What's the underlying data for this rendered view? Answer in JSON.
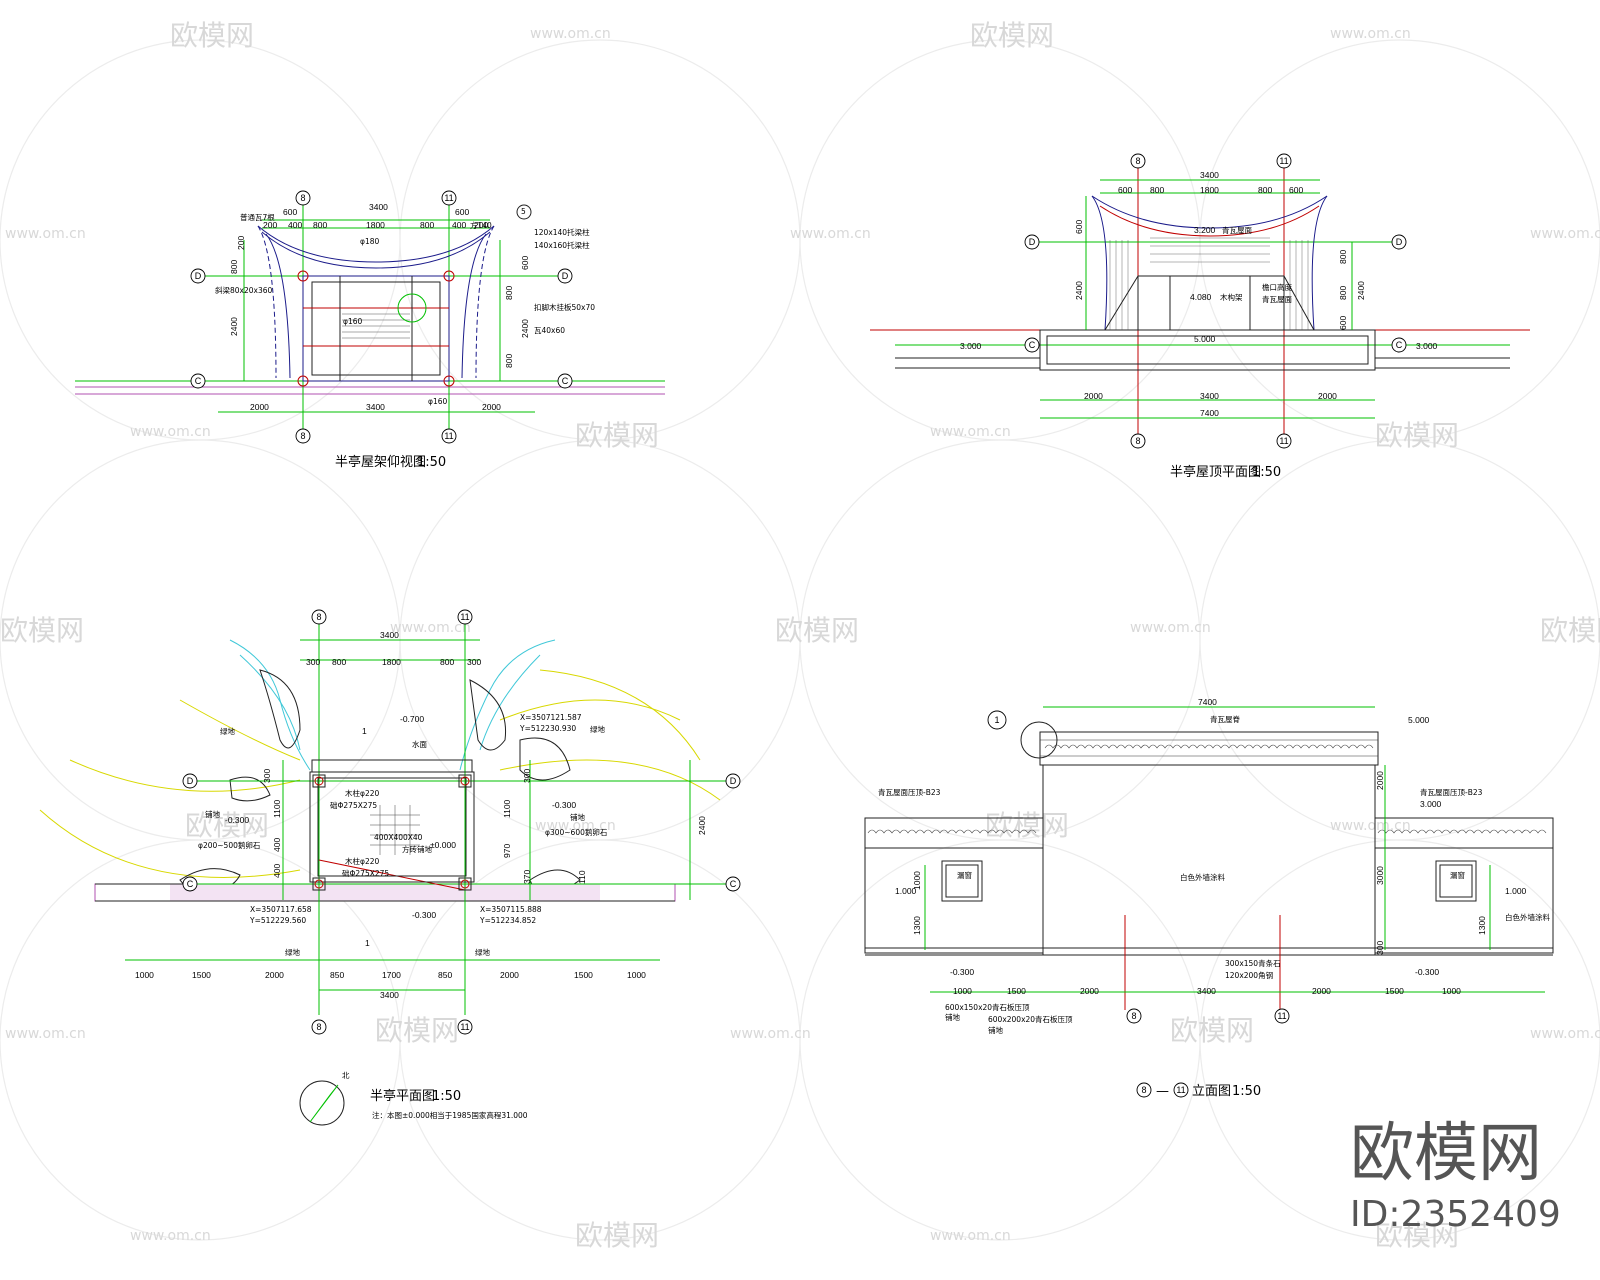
{
  "watermark": {
    "brand": "欧模网",
    "url": "www.om.cn",
    "brand_large": "欧模网",
    "id_label": "ID:2352409"
  },
  "views": {
    "top_left": {
      "title": "半亭屋架仰视图",
      "scale": "1:50",
      "axis_left": "8",
      "axis_right": "11",
      "axis_top": "D",
      "axis_bottom": "C",
      "dims_top": [
        "600",
        "800",
        "1800",
        "800",
        "600"
      ],
      "dim_total": "3400",
      "dims_small": [
        "200",
        "400",
        "400",
        "200"
      ],
      "dims_bottom": [
        "2000",
        "3400",
        "2000"
      ],
      "dims_side": [
        "200",
        "800",
        "2400",
        "600",
        "800",
        "2400",
        "800"
      ],
      "notes": [
        "普通瓦7根",
        "方140",
        "120x140托梁柱",
        "140x160托梁柱",
        "瓦40x60",
        "斜梁80x20x360",
        "扣脚木挂板50x70",
        "φ160",
        "φ180",
        "φ160",
        "5"
      ]
    },
    "top_right": {
      "title": "半亭屋顶平面图",
      "scale": "1:50",
      "axis_left": "8",
      "axis_right": "11",
      "axis_top": "D",
      "axis_bottom": "C",
      "dims_top": [
        "600",
        "800",
        "1800",
        "800",
        "600"
      ],
      "dim_total": "3400",
      "dims_side_left": [
        "600",
        "2400"
      ],
      "dims_side_right": [
        "800",
        "800",
        "2400",
        "600"
      ],
      "elevations": [
        "3.200",
        "4.080",
        "5.000",
        "3.000",
        "3.000"
      ],
      "dims_bottom": [
        "2000",
        "3400",
        "2000"
      ],
      "dim_bottom_total": "7400",
      "notes": [
        "青瓦屋面",
        "檐口高度",
        "木构架",
        "青瓦屋面"
      ]
    },
    "bottom_left": {
      "title": "半亭平面图",
      "scale": "1:50",
      "north": "北",
      "axis_left": "8",
      "axis_right": "11",
      "axis_top": "D",
      "axis_bottom": "C",
      "dims_top": [
        "300",
        "800",
        "1800",
        "800",
        "300"
      ],
      "dim_total": "3400",
      "elevations": [
        "-0.700",
        "±0.000",
        "-0.300",
        "-0.300",
        "-0.300"
      ],
      "coords": [
        "X=3507121.587",
        "Y=512230.930",
        "X=3507117.658",
        "Y=512229.560",
        "X=3507115.888",
        "Y=512234.852"
      ],
      "labels": [
        "绿地",
        "绿地",
        "水面",
        "铺地",
        "铺地",
        "绿地",
        "绿地",
        "1",
        "1"
      ],
      "callouts": [
        "木柱φ220",
        "础Φ275X275",
        "400X400X40",
        "木柱φ220",
        "础Φ275X275",
        "方砖铺地",
        "φ200~500鹅卵石",
        "φ300~600鹅卵石"
      ],
      "dims_side_left": [
        "300",
        "1100",
        "400",
        "400"
      ],
      "dims_side_right": [
        "300",
        "1100",
        "970",
        "370",
        "110"
      ],
      "dim_side_total": "2400",
      "dims_bottom": [
        "1000",
        "1500",
        "2000",
        "850",
        "1700",
        "850",
        "2000",
        "1500",
        "1000"
      ],
      "dim_bottom_total": "3400",
      "footnote": "注：本图±0.000相当于1985国家高程31.000"
    },
    "bottom_right": {
      "title": "立面图",
      "axis_from": "8",
      "axis_to": "11",
      "dash": "—",
      "scale": "1:50",
      "dim_top": "7400",
      "elevations": [
        "5.000",
        "3.000",
        "1.000",
        "1.000",
        "-0.300",
        "-0.300"
      ],
      "notes": [
        "青瓦屋脊",
        "青瓦屋面压顶-B23",
        "青瓦屋面压顶-B23",
        "白色外墙涂料",
        "白色外墙涂料",
        "漏窗",
        "漏窗",
        "300x150青条石",
        "120x200角钢",
        "600x150x20青石板压顶",
        "600x200x20青石板压顶",
        "铺地",
        "铺地"
      ],
      "dims_side_left": [
        "1000",
        "1300"
      ],
      "dims_side_right": [
        "2000",
        "3000",
        "1300",
        "300"
      ],
      "dims_bottom": [
        "1000",
        "1500",
        "2000",
        "3400",
        "2000",
        "1500",
        "1000"
      ],
      "detail_ref": "1"
    }
  }
}
